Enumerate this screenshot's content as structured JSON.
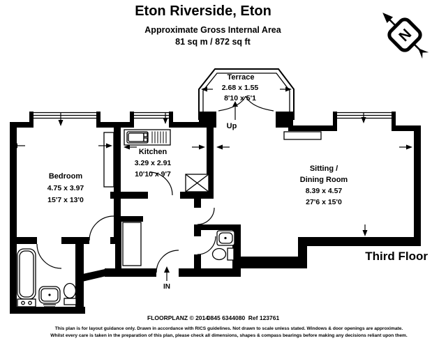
{
  "header": {
    "title": "Eton Riverside, Eton",
    "subtitle": "Approximate Gross Internal Area",
    "area": "81 sq m / 872 sq ft"
  },
  "compass": {
    "north": "N"
  },
  "rooms": {
    "terrace": {
      "name": "Terrace",
      "metric": "2.68 x 1.55",
      "imperial": "8'10 x 5'1"
    },
    "kitchen": {
      "name": "Kitchen",
      "metric": "3.29 x 2.91",
      "imperial": "10'10 x 9'7"
    },
    "bedroom": {
      "name": "Bedroom",
      "metric": "4.75 x 3.97",
      "imperial": "15'7 x 13'0"
    },
    "sitting": {
      "name_line1": "Sitting /",
      "name_line2": "Dining Room",
      "metric": "8.39 x 4.57",
      "imperial": "27'6 x 15'0"
    }
  },
  "labels": {
    "up": "Up",
    "entry": "IN",
    "floor": "Third Floor"
  },
  "footer": {
    "credit": "FLOORPLANZ © 2014",
    "phone": "0845 6344080",
    "ref": "Ref  123761",
    "disclaimer1": "This plan is for layout guidance only. Drawn in accordance with RICS guidelines. Not drawn to scale unless stated. Windows & door openings are approximate.",
    "disclaimer2": "Whilst every care is taken in the preparation of this plan, please check all dimensions, shapes & compass bearings before making any decisions reliant upon them."
  }
}
